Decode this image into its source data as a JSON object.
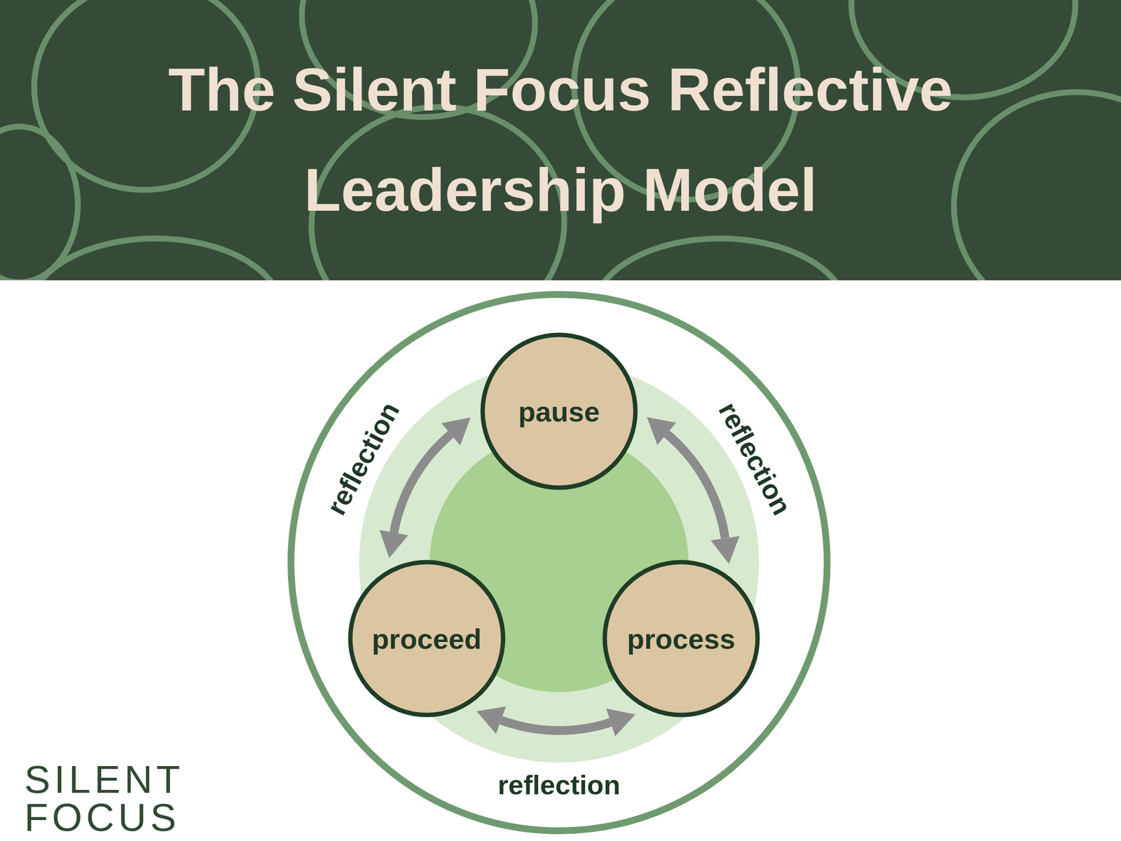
{
  "diagram": {
    "title": "The Silent Focus Reflective Leadership Model",
    "nodes": [
      {
        "text": [
          "pause"
        ]
      },
      {
        "text": [
          "proceed"
        ]
      },
      {
        "text": [
          "process"
        ]
      }
    ],
    "edges": [
      {
        "from": 0,
        "to": 1,
        "label": "reflection",
        "arrow": "both"
      },
      {
        "from": 0,
        "to": 2,
        "label": "reflection",
        "arrow": "both"
      },
      {
        "from": 1,
        "to": 2,
        "label": "reflection",
        "arrow": "both"
      }
    ],
    "labels": [
      "SILENT",
      "FOCUS"
    ]
  }
}
